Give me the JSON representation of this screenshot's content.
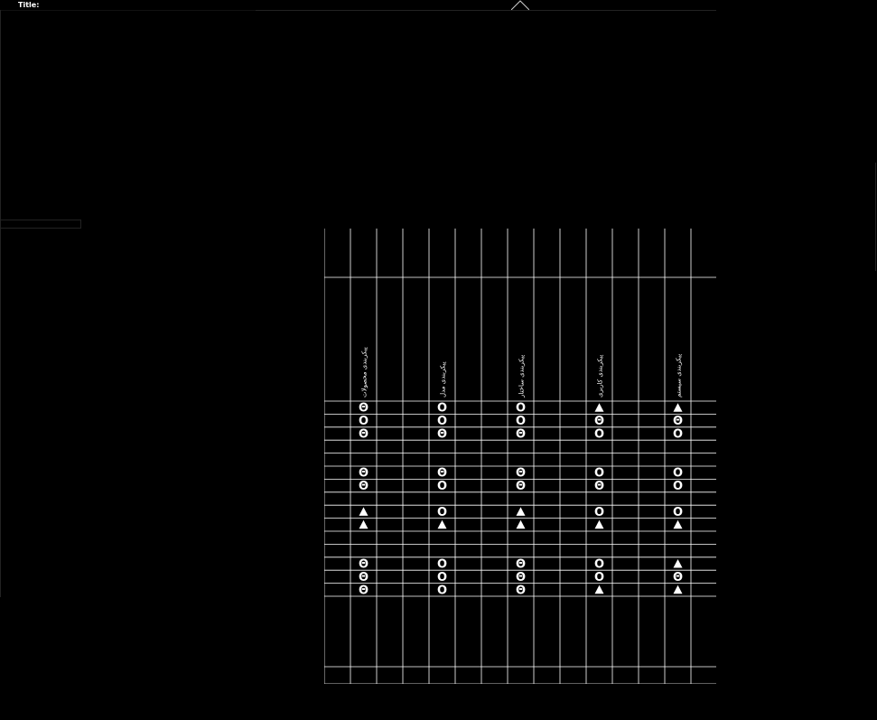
{
  "window": {
    "title_label": "Title:"
  },
  "matrix": {
    "column_headers": [
      "",
      "پیکربندی محصولات",
      "",
      "",
      "پیکربندی مدل",
      "",
      "",
      "پیکربندی ساختار",
      "",
      "",
      "پیکربندی کاربری",
      "",
      "",
      "پیکربندی سیستم",
      ""
    ],
    "symbol_columns": [
      1,
      4,
      7,
      10,
      13
    ],
    "rows": [
      [
        "Θ",
        "O",
        "O",
        "▲",
        "▲"
      ],
      [
        "O",
        "O",
        "O",
        "Θ",
        "Θ"
      ],
      [
        "Θ",
        "Θ",
        "Θ",
        "O",
        "O"
      ],
      [
        "",
        "",
        "",
        "",
        ""
      ],
      [
        "",
        "",
        "",
        "",
        ""
      ],
      [
        "Θ",
        "Θ",
        "Θ",
        "O",
        "O"
      ],
      [
        "Θ",
        "O",
        "Θ",
        "Θ",
        "O"
      ],
      [
        "",
        "",
        "",
        "",
        ""
      ],
      [
        "▲",
        "O",
        "▲",
        "O",
        "O"
      ],
      [
        "▲",
        "▲",
        "▲",
        "▲",
        "▲"
      ],
      [
        "",
        "",
        "",
        "",
        ""
      ],
      [
        "",
        "",
        "",
        "",
        ""
      ],
      [
        "Θ",
        "O",
        "Θ",
        "O",
        "▲"
      ],
      [
        "Θ",
        "O",
        "Θ",
        "O",
        "Θ"
      ],
      [
        "Θ",
        "O",
        "Θ",
        "▲",
        "▲"
      ]
    ]
  }
}
